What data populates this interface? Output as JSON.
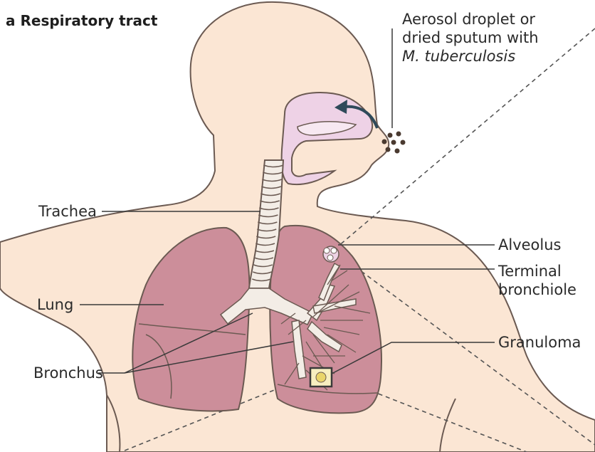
{
  "figure": {
    "panel_letter": "a",
    "title": "Respiratory tract"
  },
  "labels": {
    "aerosol_line1": "Aerosol droplet or",
    "aerosol_line2": "dried sputum with",
    "aerosol_line3": "M. tuberculosis",
    "trachea": "Trachea",
    "lung": "Lung",
    "bronchus": "Bronchus",
    "alveolus": "Alveolus",
    "terminal_line1": "Terminal",
    "terminal_line2": "bronchiole",
    "granuloma": "Granuloma"
  },
  "colors": {
    "skin": "#fbe6d4",
    "outline": "#6b5a52",
    "nasal_cavity": "#eed2e6",
    "lung": "#cc8e9a",
    "lung_shadow": "#b97a88",
    "airway": "#f3ede6",
    "leader": "#3a3a3a",
    "arrow": "#2f4a5a",
    "droplet": "#4a3a30"
  }
}
